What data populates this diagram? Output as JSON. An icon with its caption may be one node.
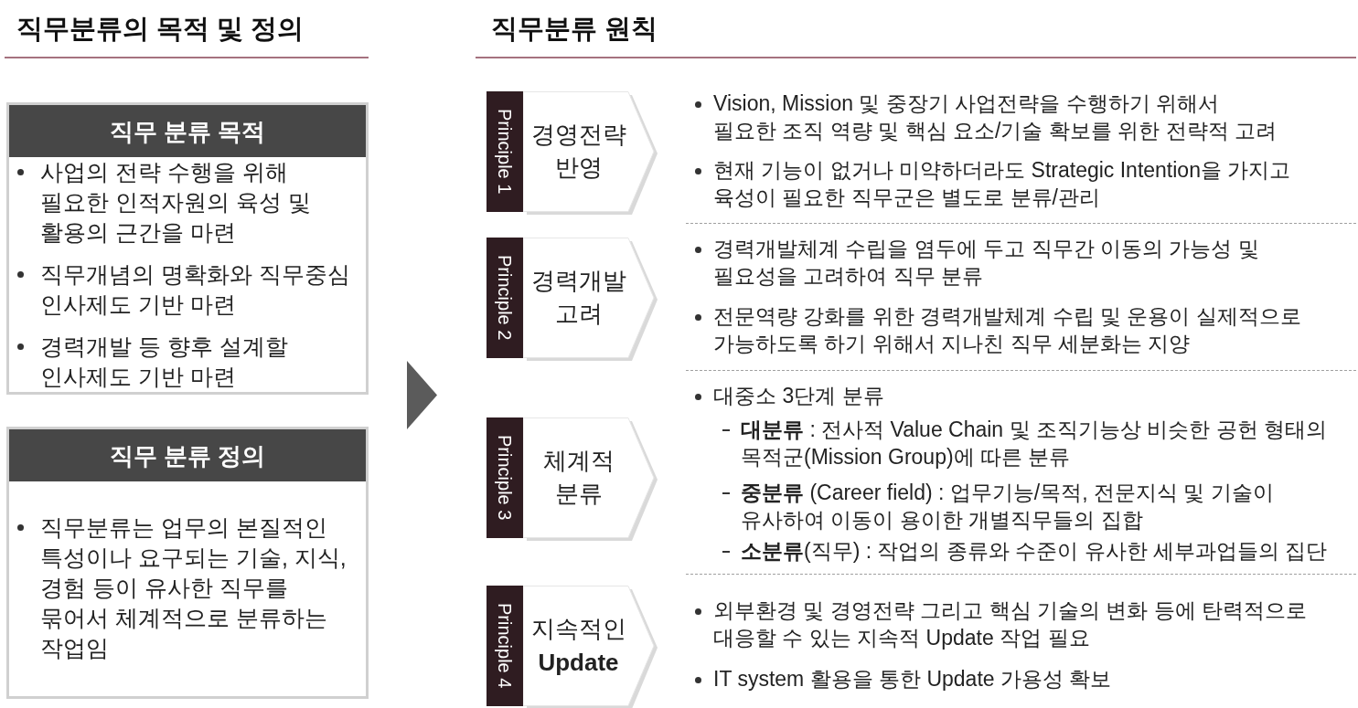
{
  "diagram": {
    "nodes": [
      {
        "text": [
          "직무 분류 목적",
          "사업의 전략 수행을 위해 필요한 인적자원의 육성 및 활용의 근간을 마련",
          "직무개념의 명확화와 직무중심 인사제도 기반 마련",
          "경력개발 등 향후 설계할 인사제도 기반 마련"
        ]
      },
      {
        "text": [
          "직무 분류 정의",
          "직무분류는 업무의 본질적인 특성이나 요구되는 기술, 지식, 경험 등이 유사한 직무를 묶어서 체계적으로 분류하는 작업임"
        ]
      },
      {
        "text": [
          "Principle 1",
          "경영전략 반영"
        ],
        "beside": [
          "Vision, Mission 및 중장기 사업전략을 수행하기 위해서 필요한 조직 역량 및 핵심 요소/기술 확보를 위한 전략적 고려",
          "현재 기능이 없거나 미약하더라도 Strategic Intention을 가지고 육성이 필요한 직무군은 별도로 분류/관리"
        ]
      },
      {
        "text": [
          "Principle 2",
          "경력개발 고려"
        ],
        "beside": [
          "경력개발체계 수립을 염두에 두고 직무간 이동의 가능성 및 필요성을 고려하여 직무 분류",
          "전문역량 강화를 위한 경력개발체계 수립 및 운용이 실제적으로 가능하도록 하기 위해서 지나친 직무 세분화는 지양"
        ]
      },
      {
        "text": [
          "Principle 3",
          "체계적 분류"
        ],
        "beside": [
          "대중소 3단계 분류",
          "**대분류** : 전사적 Value Chain 및 조직기능상 비슷한 공헌 형태의 목적군(Mission Group)에 따른 분류",
          "**중분류** (Career field) : 업무기능/목적, 전문지식 및 기술이 유사하여 이동이 용이한 개별직무들의 집합",
          "**소분류**(직무) : 작업의 종류와 수준이 유사한 세부과업들의 집단"
        ]
      },
      {
        "text": [
          "Principle 4",
          "지속적인 **Update**"
        ],
        "beside": [
          "외부환경 및 경영전략 그리고 핵심 기술의 변화 등에 탄력적으로 대응할 수 있는 지속적 Update 작업 필요",
          "IT system 활용을 통한 Update 가용성 확보"
        ]
      }
    ],
    "labels": [
      "직무분류의 목적 및 정의",
      "직무분류 원칙"
    ]
  }
}
